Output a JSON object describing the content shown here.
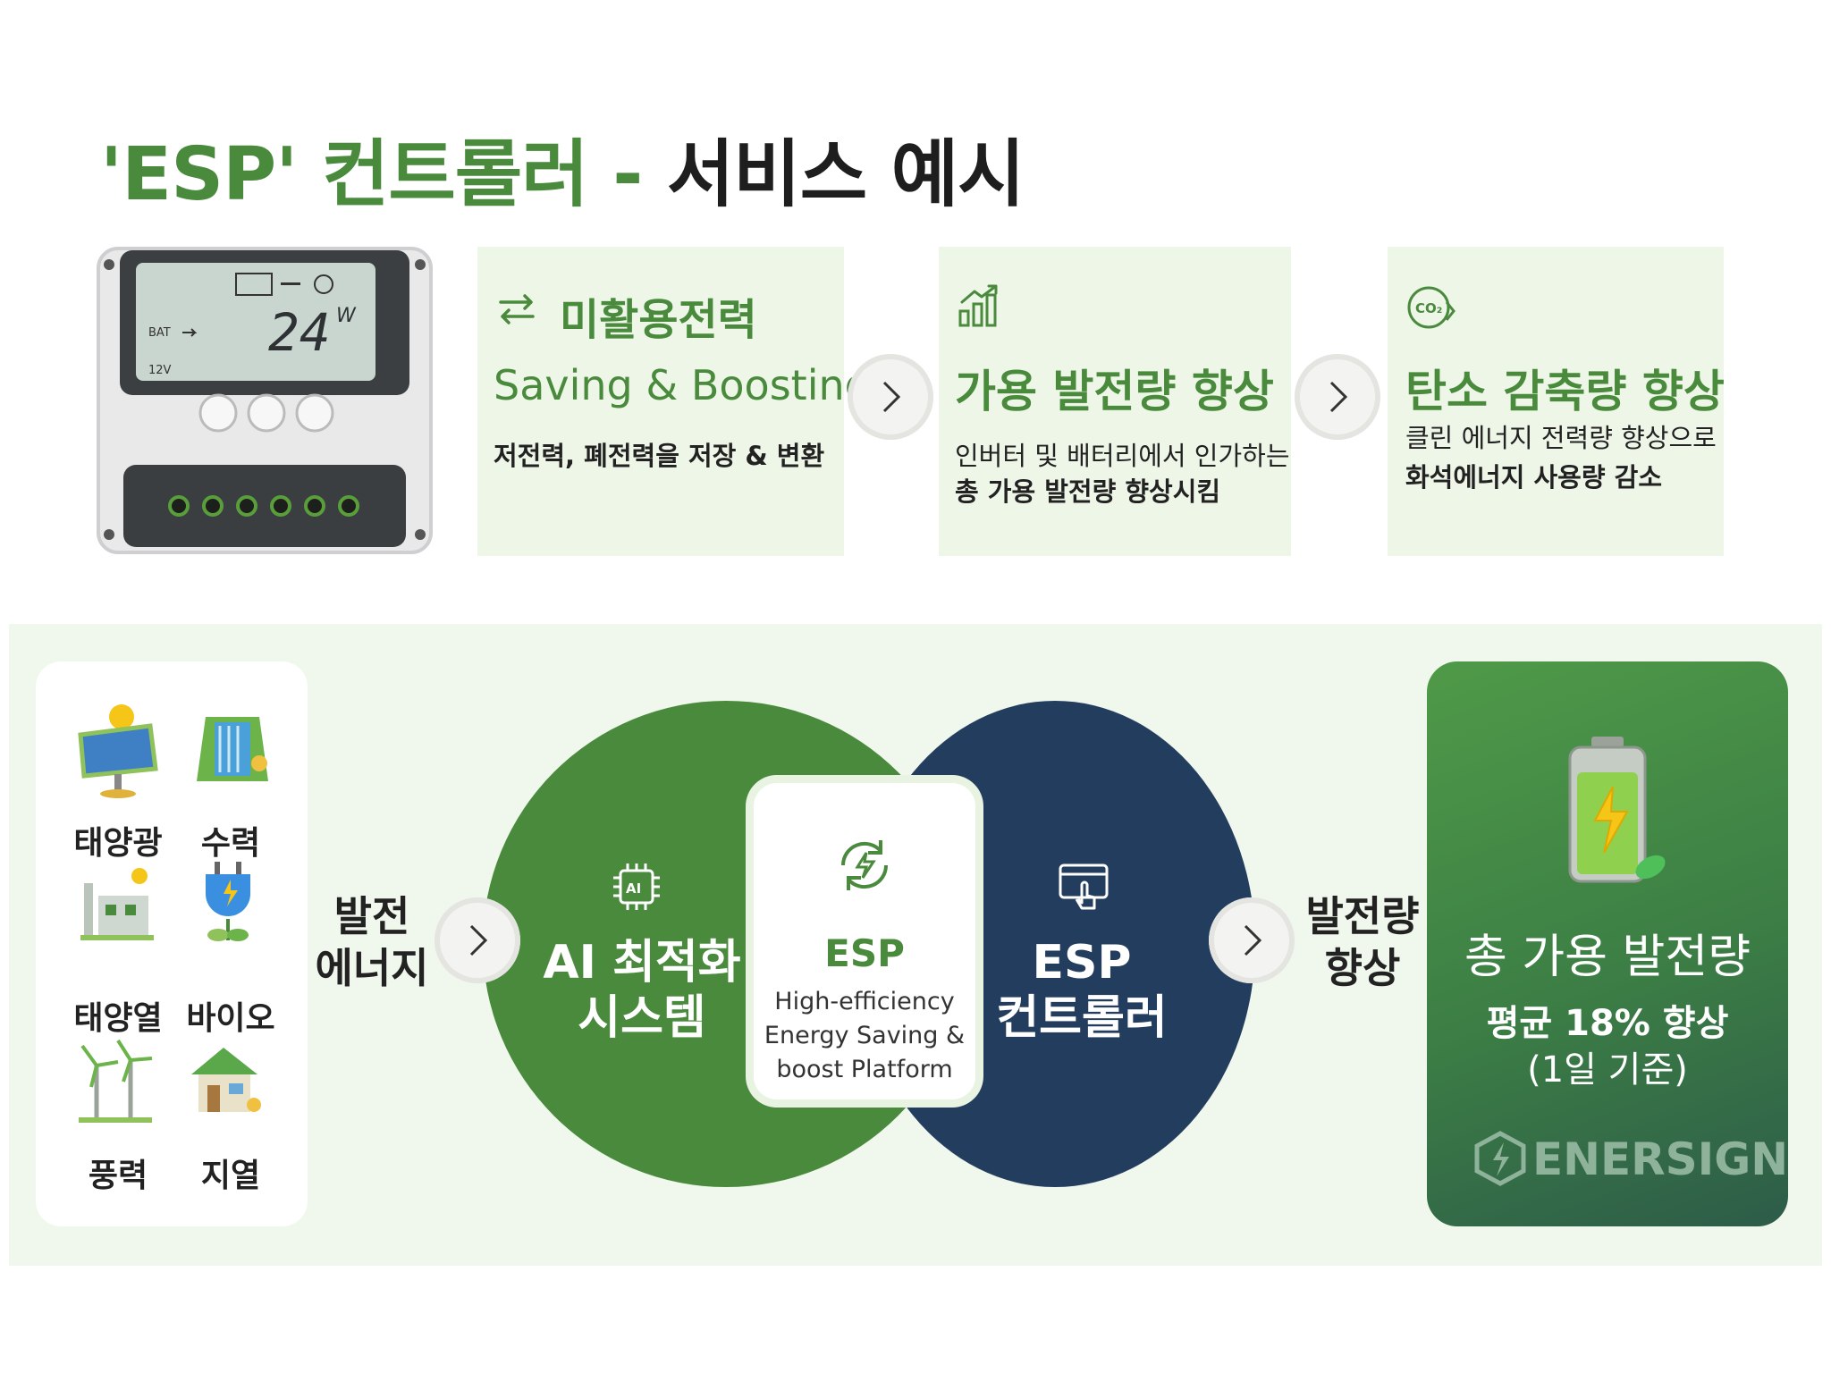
{
  "header": {
    "title_green": "'ESP' 컨트롤러 - ",
    "title_dark": "서비스 예시"
  },
  "device": {
    "battery_label": "BAT",
    "voltage_label": "12V",
    "power_reading": "24",
    "power_unit": "W"
  },
  "cards": [
    {
      "icon": "exchange-arrows-icon",
      "head": "미활용전력",
      "sub": "Saving & Boosting",
      "desc": [
        "저전력, 폐전력을  저장 & 변환"
      ]
    },
    {
      "icon": "growth-bar-chart-icon",
      "head": "가용 발전량 향상",
      "desc": [
        "인버터 및 배터리에서 인가하는",
        "총 가용 발전량  향상시킴"
      ]
    },
    {
      "icon": "co2-reduction-icon",
      "head": "탄소 감축량 향상",
      "desc": [
        "클린 에너지 전력량 향상으로",
        "화석에너지 사용량 감소"
      ]
    }
  ],
  "sources": [
    {
      "icon": "solar-panel-icon",
      "label": "태양광"
    },
    {
      "icon": "hydro-dam-icon",
      "label": "수력"
    },
    {
      "icon": "solar-thermal-plant-icon",
      "label": "태양열"
    },
    {
      "icon": "bio-plug-icon",
      "label": "바이오"
    },
    {
      "icon": "wind-turbine-icon",
      "label": "풍력"
    },
    {
      "icon": "geothermal-house-icon",
      "label": "지열"
    }
  ],
  "flow": {
    "input_label": [
      "발전",
      "에너지"
    ],
    "ai_title": [
      "AI 최적화",
      "시스템"
    ],
    "center_title": "ESP",
    "center_desc": [
      "High-efficiency",
      "Energy Saving &",
      "boost Platform"
    ],
    "controller_title": [
      "ESP",
      "컨트롤러"
    ],
    "output_label": [
      "발전량",
      "향상"
    ]
  },
  "result": {
    "title": "총 가용 발전량",
    "value": "평균 18% 향상",
    "basis": "(1일 기준)",
    "brand": "ENERSIGN"
  },
  "colors": {
    "brand_green": "#4a8a3d",
    "navy": "#223d5e",
    "card_bg": "#eef6e8"
  }
}
